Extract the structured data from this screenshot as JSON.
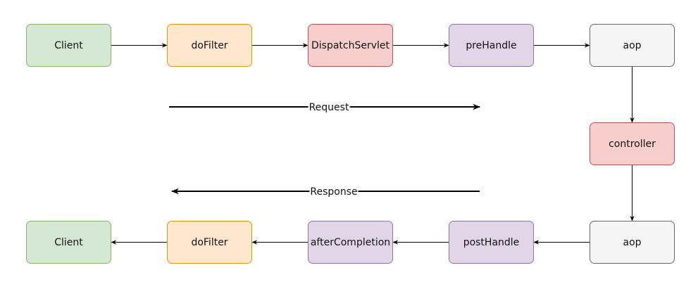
{
  "diagram": {
    "nodes": [
      {
        "id": "client-top",
        "label": "Client",
        "fill": "#d5e8d4",
        "stroke": "#82b366"
      },
      {
        "id": "dofilter-top",
        "label": "doFilter",
        "fill": "#ffe6cc",
        "stroke": "#d79b00"
      },
      {
        "id": "dispatchservlet",
        "label": "DispatchServlet",
        "fill": "#f8cecc",
        "stroke": "#b85450"
      },
      {
        "id": "prehandle",
        "label": "preHandle",
        "fill": "#e1d5e7",
        "stroke": "#9673a6"
      },
      {
        "id": "aop-top",
        "label": "aop",
        "fill": "#f5f5f5",
        "stroke": "#666666"
      },
      {
        "id": "controller",
        "label": "controller",
        "fill": "#f8cecc",
        "stroke": "#b85450"
      },
      {
        "id": "aop-bottom",
        "label": "aop",
        "fill": "#f5f5f5",
        "stroke": "#666666"
      },
      {
        "id": "posthandle",
        "label": "postHandle",
        "fill": "#e1d5e7",
        "stroke": "#9673a6"
      },
      {
        "id": "aftercompletion",
        "label": "afterCompletion",
        "fill": "#e1d5e7",
        "stroke": "#9673a6"
      },
      {
        "id": "dofilter-bottom",
        "label": "doFilter",
        "fill": "#ffe6cc",
        "stroke": "#d79b00"
      },
      {
        "id": "client-bottom",
        "label": "Client",
        "fill": "#d5e8d4",
        "stroke": "#82b366"
      }
    ],
    "edges": [
      {
        "from": "client-top",
        "to": "dofilter-top"
      },
      {
        "from": "dofilter-top",
        "to": "dispatchservlet"
      },
      {
        "from": "dispatchservlet",
        "to": "prehandle"
      },
      {
        "from": "prehandle",
        "to": "aop-top"
      },
      {
        "from": "aop-top",
        "to": "controller"
      },
      {
        "from": "controller",
        "to": "aop-bottom"
      },
      {
        "from": "aop-bottom",
        "to": "posthandle"
      },
      {
        "from": "posthandle",
        "to": "aftercompletion"
      },
      {
        "from": "aftercompletion",
        "to": "dofilter-bottom"
      },
      {
        "from": "dofilter-bottom",
        "to": "client-bottom"
      }
    ],
    "flows": {
      "request": {
        "label": "Request",
        "direction": "right"
      },
      "response": {
        "label": "Response",
        "direction": "left"
      }
    }
  }
}
